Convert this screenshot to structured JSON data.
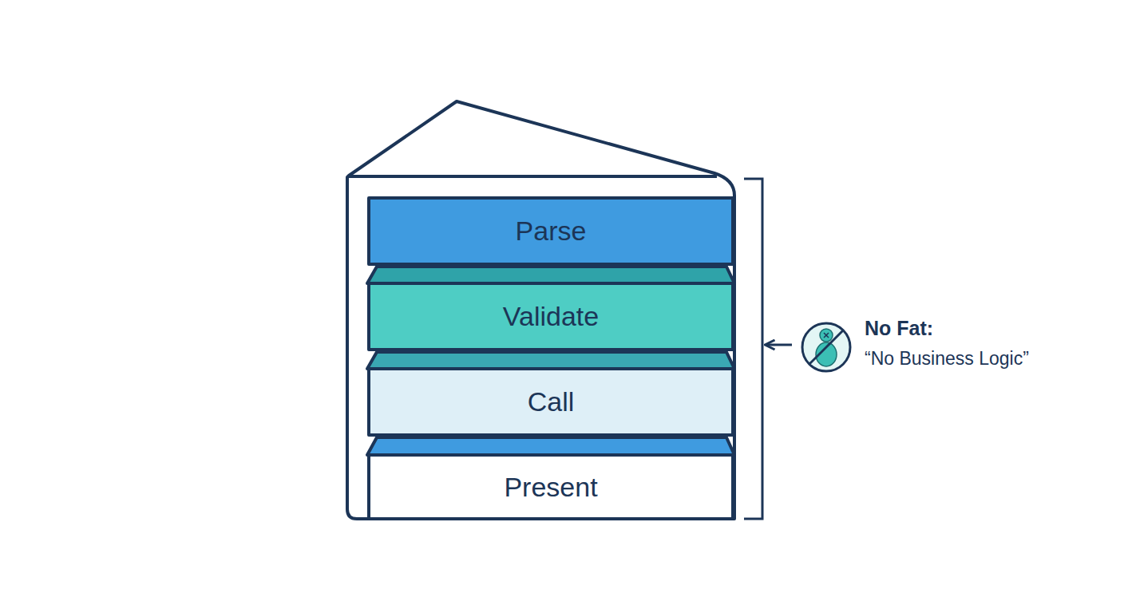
{
  "diagram": {
    "nodes": [
      {
        "text": [
          "Parse"
        ]
      },
      {
        "text": [
          "Validate"
        ]
      },
      {
        "text": [
          "Call"
        ]
      },
      {
        "text": [
          "Present"
        ]
      }
    ],
    "labels": [
      "No Fat:",
      "“No Business Logic”"
    ]
  }
}
